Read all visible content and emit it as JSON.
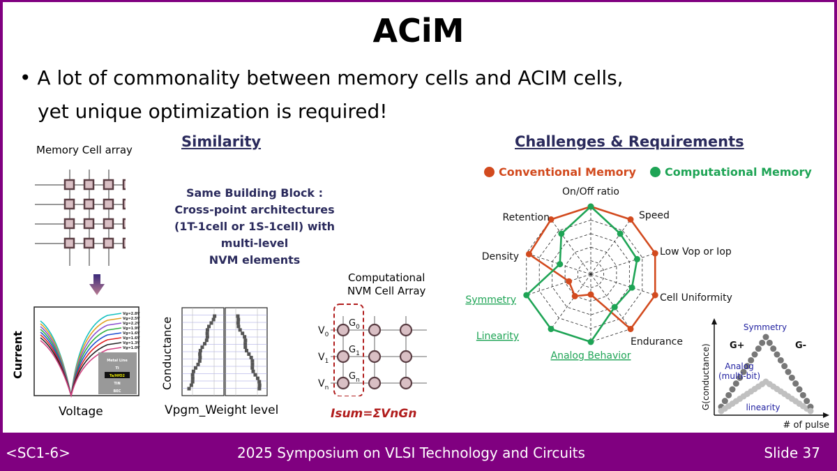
{
  "title": "ACiM",
  "bullet": {
    "line1": "•  A lot of commonality between memory cells and ACIM cells,",
    "line2": "yet unique optimization is required!"
  },
  "similarity": {
    "heading": "Similarity",
    "memory_cell_label": "Memory Cell array",
    "building_block": [
      "Same Building Block :",
      "Cross-point architectures",
      "(1T-1cell or 1S-1cell) with multi-level",
      "NVM elements"
    ],
    "iv_plot": {
      "ylabel": "Current",
      "xlabel": "Voltage",
      "legend": [
        "Vg=2.8V",
        "Vg=2.5V",
        "Vg=2.2V",
        "Vg=1.9V",
        "Vg=1.6V",
        "Vg=1.6V",
        "Vg=1.3V",
        "Vg=1.0V"
      ],
      "inset_layers": [
        "Metal Line",
        "Ti",
        "Ta/HfO2",
        "TiN",
        "BEC"
      ]
    },
    "conductance_plot": {
      "ylabel": "Conductance",
      "xlabel": "Vpgm_Weight level"
    },
    "nvm_array": {
      "title1": "Computational",
      "title2": "NVM Cell Array",
      "rows": [
        "V0",
        "V1",
        "Vn"
      ],
      "cells": [
        "G0",
        "G1",
        "Gn"
      ],
      "equation": "Isum=ΣVnGn"
    }
  },
  "challenges": {
    "heading": "Challenges & Requirements",
    "chart_data": {
      "type": "radar",
      "axes": [
        "On/Off ratio",
        "Speed",
        "Low Vop or Iop",
        "Cell Uniformity",
        "Endurance",
        "Analog Behavior",
        "Linearity",
        "Symmetry",
        "Density",
        "Retention"
      ],
      "highlighted_axes": [
        "Analog Behavior",
        "Linearity",
        "Symmetry"
      ],
      "range": [
        0,
        5
      ],
      "series": [
        {
          "name": "Conventional Memory",
          "color": "#d24a1e",
          "values": [
            5,
            5,
            5,
            5,
            5,
            1.5,
            2.0,
            1.7,
            4.8,
            5
          ]
        },
        {
          "name": "Computational Memory",
          "color": "#1ea455",
          "values": [
            5,
            3.7,
            3.6,
            3.2,
            3.0,
            5,
            5,
            5,
            2.4,
            3.7
          ]
        }
      ]
    },
    "symmetry_plot": {
      "ylabel": "G(conductance)",
      "xlabel": "# of pulse",
      "labels": {
        "top": "Symmetry",
        "gplus": "G+",
        "gminus": "G-",
        "analog1": "Analog",
        "analog2": "(multi-bit)",
        "linearity": "linearity"
      }
    }
  },
  "footer": {
    "left": "<SC1-6>",
    "center": "2025 Symposium on VLSI Technology and Circuits",
    "right": "Slide 37"
  },
  "colors": {
    "frame": "#800080",
    "navy": "#2a2a5c",
    "conventional": "#d24a1e",
    "computational": "#1ea455",
    "equation": "#b01c1c"
  }
}
